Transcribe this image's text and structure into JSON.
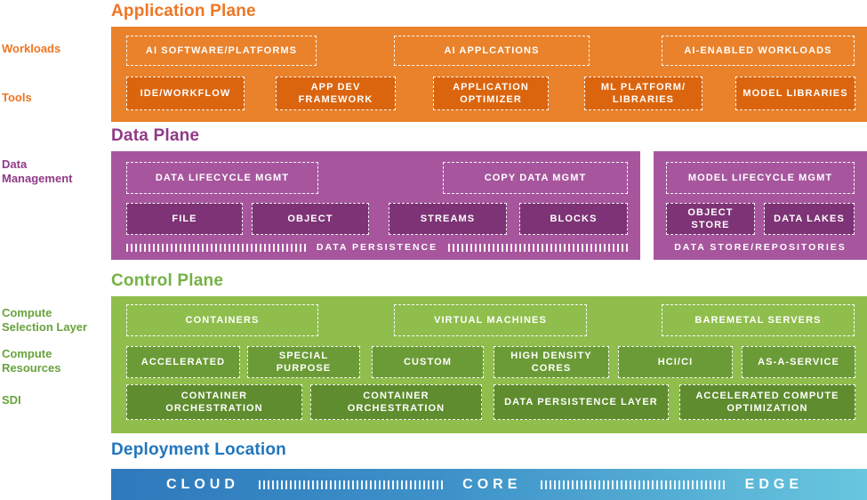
{
  "colors": {
    "orange_title": "#EE7623",
    "orange_band": "#E9822B",
    "orange_box": "#DB650F",
    "purple_title": "#8F3A87",
    "purple_band": "#A7569E",
    "purple_box": "#7D3375",
    "green_title": "#75B244",
    "green_band": "#8FBE4D",
    "green_box_mid": "#6B9B36",
    "green_box_dark": "#5F8C2E",
    "blue_title": "#2176BC",
    "blue_bar_left": "#2E79BC",
    "blue_bar_right": "#68C6DE"
  },
  "left_labels": {
    "workloads": "Workloads",
    "tools": "Tools",
    "data_management": "Data\nManagement",
    "compute_selection": "Compute\nSelection Layer",
    "compute_resources": "Compute\nResources",
    "sdi": "SDI"
  },
  "application_plane": {
    "title": "Application Plane",
    "workloads": [
      "AI SOFTWARE/PLATFORMS",
      "AI APPLCATIONS",
      "AI-ENABLED WORKLOADS"
    ],
    "tools": [
      "IDE/WORKFLOW",
      "APP DEV FRAMEWORK",
      "APPLICATION OPTIMIZER",
      "ML PLATFORM/ LIBRARIES",
      "MODEL LIBRARIES"
    ]
  },
  "data_plane": {
    "title": "Data Plane",
    "management": [
      "DATA LIFECYCLE MGMT",
      "COPY DATA MGMT"
    ],
    "stores": [
      "FILE",
      "OBJECT",
      "STREAMS",
      "BLOCKS"
    ],
    "persistence_label": "DATA PERSISTENCE",
    "repositories": {
      "management": "MODEL LIFECYCLE MGMT",
      "stores": [
        "OBJECT STORE",
        "DATA LAKES"
      ],
      "label": "DATA STORE/REPOSITORIES"
    }
  },
  "control_plane": {
    "title": "Control Plane",
    "compute_selection": [
      "CONTAINERS",
      "VIRTUAL MACHINES",
      "BAREMETAL SERVERS"
    ],
    "compute_resources": [
      "ACCELERATED",
      "SPECIAL PURPOSE",
      "CUSTOM",
      "HIGH DENSITY CORES",
      "HCI/CI",
      "AS-A-SERVICE"
    ],
    "sdi": [
      "CONTAINER ORCHESTRATION",
      "CONTAINER ORCHESTRATION",
      "DATA PERSISTENCE LAYER",
      "ACCELERATED COMPUTE OPTIMIZATION"
    ]
  },
  "deployment": {
    "title": "Deployment Location",
    "locations": [
      "CLOUD",
      "CORE",
      "EDGE"
    ]
  }
}
